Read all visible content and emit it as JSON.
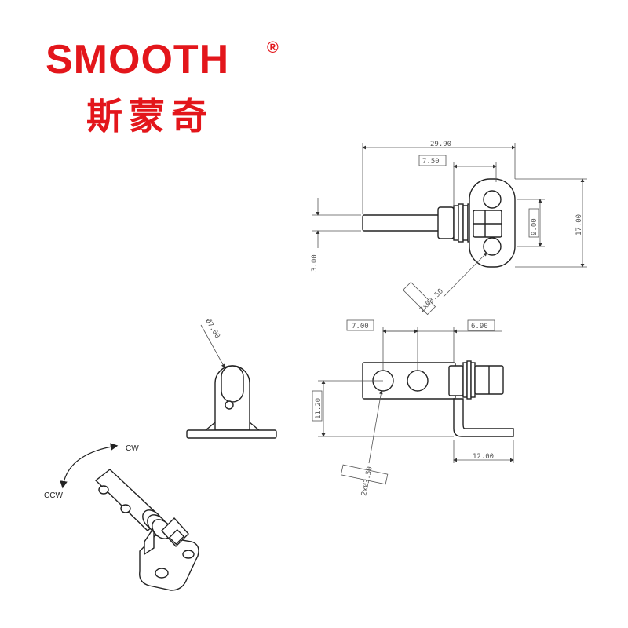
{
  "logo": {
    "brand": "SMOOTH",
    "registered": "®",
    "chinese": "斯蒙奇",
    "color": "#e3161b"
  },
  "top_view": {
    "dim_total_length": "29.90",
    "dim_offset": "7.50",
    "dim_hole_spacing": "9.00",
    "dim_plate_height": "17.00",
    "dim_shaft_height": "3.00",
    "dim_holes": "2xØ3.50"
  },
  "side_view": {
    "dim_diameter": "Ø7.00"
  },
  "front_view": {
    "dim_hole_pitch": "7.00",
    "dim_plate_offset": "6.90",
    "dim_height": "11.20",
    "dim_plate_length": "12.00",
    "dim_holes": "2xØ3.50"
  },
  "iso_view": {
    "cw_label": "CW",
    "ccw_label": "CCW"
  }
}
